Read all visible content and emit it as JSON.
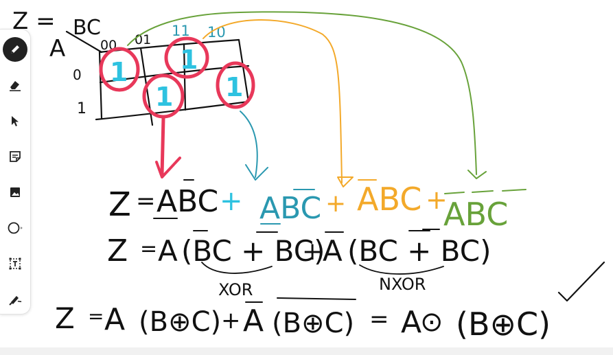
{
  "toolbar": {
    "tools": [
      {
        "name": "pen",
        "icon": "pen-icon",
        "active": true
      },
      {
        "name": "eraser",
        "icon": "eraser-icon"
      },
      {
        "name": "select",
        "icon": "pointer-icon"
      },
      {
        "name": "note",
        "icon": "sticky-note-icon"
      },
      {
        "name": "image",
        "icon": "image-icon"
      },
      {
        "name": "shape",
        "icon": "circle-shape-icon"
      },
      {
        "name": "text",
        "icon": "text-box-icon"
      },
      {
        "name": "highlighter",
        "icon": "highlighter-icon"
      }
    ]
  },
  "colors": {
    "ink": "#111111",
    "red": "#e8385a",
    "cyan": "#2ec2e0",
    "teal": "#2a98b0",
    "orange": "#f3a92a",
    "green": "#68a23a"
  },
  "board": {
    "z_label": "Z =",
    "bc_label": "BC",
    "a_label": "A",
    "col_headers": [
      "00",
      "01",
      "11",
      "10"
    ],
    "row_headers": [
      "0",
      "1"
    ],
    "cells": {
      "r0c0": "1",
      "r0c2": "1",
      "r1c1": "1",
      "r1c3": "1"
    },
    "equation1": {
      "lhs": "Z",
      "eq": "=",
      "t1": "ABC",
      "plus1": "+",
      "t2": "ABC",
      "plus2": "+",
      "t3": "ABC",
      "plus3": "+",
      "t4": "ABC"
    },
    "equation2": {
      "lhs": "Z",
      "eq": "=",
      "a": "A",
      "paren1": "(BC + BC)",
      "plus": "+",
      "abar": "A",
      "paren2": "(BC + BC)"
    },
    "xor_label": "XOR",
    "nxor_label": "NXOR",
    "equation3": {
      "lhs": "Z",
      "eq": "=",
      "a": "A",
      "xor_expr": "(B⊕C)",
      "plus": "+",
      "abar": "A",
      "xnor_expr": "(B⊕C)",
      "eq2": "=",
      "a2": "A",
      "odot": "⊙",
      "result": "(B⊕C)"
    }
  }
}
